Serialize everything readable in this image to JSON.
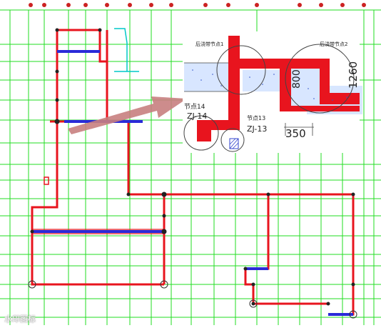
{
  "detail": {
    "node1_label": "后浇带节点1",
    "node2_label": "后浇带节点2",
    "node14_label": "节点14",
    "zj14_label": "ZJ-14",
    "node13_label": "节点13",
    "zj13_label": "ZJ-13",
    "dim_800": "800",
    "dim_1260": "1260",
    "dim_350": "350"
  },
  "watermark": "水印图标",
  "colors": {
    "grid": "#22dd22",
    "wall": "#e8141e",
    "beam": "#2a2ad8",
    "arrow": "#c88080",
    "detail_bg": "#ffffff",
    "concrete_band": "#d8e6ff"
  }
}
